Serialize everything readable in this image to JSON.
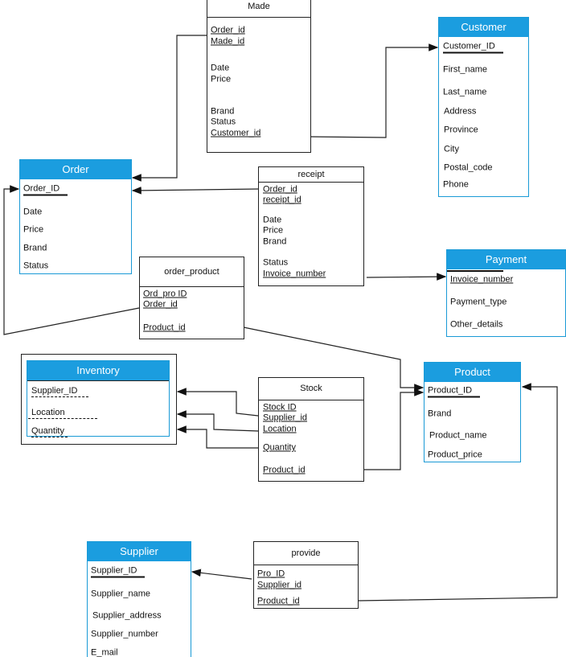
{
  "colors": {
    "entity_header": "#1b9ddf",
    "entity_border": "#1a9ad6",
    "line": "#222222"
  },
  "made": {
    "title": "Made",
    "fields": [
      "Order_id",
      "Made_id",
      "Date",
      "Price",
      "Brand",
      "Status",
      "Customer_id"
    ]
  },
  "customer": {
    "title": "Customer",
    "fields": [
      "Customer_ID",
      "First_name",
      "Last_name",
      "Address",
      "Province",
      "City",
      "Postal_code",
      "Phone"
    ]
  },
  "order": {
    "title": "Order",
    "fields": [
      "Order_ID",
      "Date",
      "Price",
      "Brand",
      "Status"
    ]
  },
  "receipt": {
    "title": "receipt",
    "fields": [
      "Order_id",
      "receipt_id",
      "Date",
      "Price",
      "Brand",
      "Status",
      "Invoice_number"
    ]
  },
  "order_product": {
    "title": "order_product",
    "fields": [
      "Ord_pro ID",
      "Order_id",
      "Product_id"
    ]
  },
  "payment": {
    "title": "Payment",
    "fields": [
      "Invoice_number",
      "Payment_type",
      "Other_details"
    ]
  },
  "inventory": {
    "title": "Inventory",
    "fields": [
      "Supplier_ID",
      "Location",
      "Quantity"
    ]
  },
  "stock": {
    "title": "Stock",
    "fields": [
      "Stock ID",
      "Supplier_id",
      "Location",
      "Quantity",
      "Product_id"
    ]
  },
  "product": {
    "title": "Product",
    "fields": [
      "Product_ID",
      "Brand",
      "Product_name",
      "Product_price"
    ]
  },
  "provide": {
    "title": "provide",
    "fields": [
      "Pro_ID",
      "Supplier_id",
      "Product_id"
    ]
  },
  "supplier": {
    "title": "Supplier",
    "fields": [
      "Supplier_ID",
      "Supplier_name",
      "Supplier_address",
      "Supplier_number",
      "E_mail"
    ]
  }
}
